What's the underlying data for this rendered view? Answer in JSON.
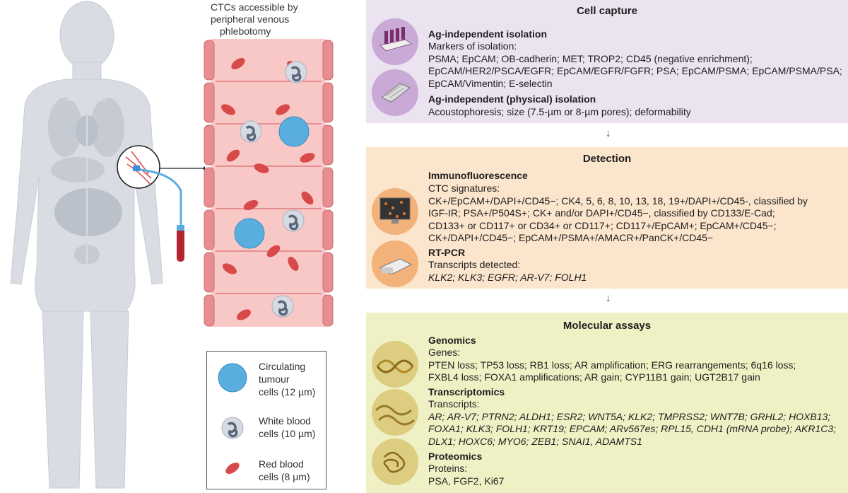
{
  "vessel": {
    "label_line1": "CTCs accessible by",
    "label_line2": "peripheral venous",
    "label_line3": "phlebotomy"
  },
  "colors": {
    "capture_bg": "#ece3f1",
    "detection_bg": "#fbe5cd",
    "molecular_bg": "#eff1c5",
    "vessel_wall": "#e88e92",
    "ctc": "#5aaedf",
    "wbc": "#d6dbe3",
    "rbc": "#d84a4a"
  },
  "panels": {
    "capture": {
      "title": "Cell capture",
      "sub1": "Ag-independent isolation",
      "sub1_line1": "Markers of isolation:",
      "sub1_line2": "PSMA; EpCAM; OB-cadherin; MET; TROP2; CD45 (negative enrichment);",
      "sub1_line3": "EpCAM/HER2/PSCA/EGFR; EpCAM/EGFR/FGFR; PSA; EpCAM/PSMA; EpCAM/PSMA/PSA;",
      "sub1_line4": "EpCAM/Vimentin; E-selectin",
      "sub2": "Ag-independent (physical) isolation",
      "sub2_line1": "Acoustophoresis; size (7.5-µm or 8-µm pores); deformability"
    },
    "detection": {
      "title": "Detection",
      "sub1": "Immunofluorescence",
      "sub1_line1": "CTC signatures:",
      "sub1_line2": "CK+/EpCAM+/DAPI+/CD45−; CK4, 5, 6, 8, 10, 13, 18, 19+/DAPI+/CD45-, classified by",
      "sub1_line3": "IGF-IR; PSA+/P504S+; CK+ and/or DAPI+/CD45−, classified by CD133/E-Cad;",
      "sub1_line4": "CD133+ or CD117+ or CD34+ or CD117+; CD117+/EpCAM+; EpCAM+/CD45−;",
      "sub1_line5": "CK+/DAPI+/CD45−; EpCAM+/PSMA+/AMACR+/PanCK+/CD45−",
      "sub2": "RT-PCR",
      "sub2_line1": "Transcripts detected:",
      "sub2_line2": "KLK2; KLK3; EGFR; AR-V7; FOLH1"
    },
    "molecular": {
      "title": "Molecular assays",
      "gen": "Genomics",
      "gen_line1": "Genes:",
      "gen_line2": "PTEN loss; TP53 loss; RB1 loss; AR amplification; ERG rearrangements; 6q16 loss;",
      "gen_line3": "FXBL4 loss; FOXA1 amplifications; AR gain; CYP11B1 gain; UGT2B17 gain",
      "tra": "Transcriptomics",
      "tra_line1": "Transcripts:",
      "tra_line2": "AR; AR-V7; PTRN2; ALDH1; ESR2; WNT5A; KLK2; TMPRSS2; WNT7B; GRHL2; HOXB13;",
      "tra_line3": "FOXA1; KLK3; FOLH1; KRT19; EPCAM; ARv567es; RPL15, CDH1 (mRNA probe); AKR1C3;",
      "tra_line4": "DLX1; HOXC6; MYO6; ZEB1; SNAI1, ADAMTS1",
      "pro": "Proteomics",
      "pro_line1": "Proteins:",
      "pro_line2": "PSA, FGF2, Ki67"
    }
  },
  "arrows": {
    "a1": "↓",
    "a2": "↓"
  },
  "legend": {
    "ctc_line1": "Circulating",
    "ctc_line2": "tumour",
    "ctc_line3": "cells (12 µm)",
    "wbc_line1": "White blood",
    "wbc_line2": "cells (10 µm)",
    "rbc_line1": "Red blood",
    "rbc_line2": "cells (8 µm)"
  }
}
